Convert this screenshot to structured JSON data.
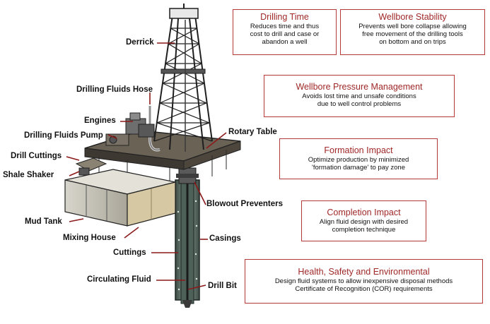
{
  "labels": {
    "derrick": "Derrick",
    "drilling_fluids_hose": "Drilling Fluids Hose",
    "engines": "Engines",
    "drilling_fluids_pump": "Drilling Fluids Pump",
    "drill_cuttings": "Drill Cuttings",
    "shale_shaker": "Shale Shaker",
    "rotary_table": "Rotary Table",
    "blowout_preventers": "Blowout Preventers",
    "mud_tank": "Mud Tank",
    "mixing_house": "Mixing House",
    "casings": "Casings",
    "cuttings": "Cuttings",
    "circulating_fluid": "Circulating Fluid",
    "drill_bit": "Drill Bit"
  },
  "boxes": {
    "drilling_time": {
      "title": "Drilling Time",
      "desc": [
        "Reduces time and thus",
        "cost to drill and case or",
        "abandon a well"
      ]
    },
    "wellbore_stability": {
      "title": "Wellbore Stability",
      "desc": [
        "Prevents well bore collapse allowing",
        "free movement of the drilling tools",
        "on bottom and on trips"
      ]
    },
    "wellbore_pressure": {
      "title": "Wellbore Pressure Management",
      "desc": [
        "Avoids lost time and unsafe conditions",
        "due to well control problems"
      ]
    },
    "formation_impact": {
      "title": "Formation Impact",
      "desc": [
        "Optimize production by minimized",
        "'formation damage' to pay zone"
      ]
    },
    "completion_impact": {
      "title": "Completion Impact",
      "desc": [
        "Align fluid design with desired",
        "completion technique"
      ]
    },
    "hse": {
      "title": "Health, Safety and Environmental",
      "desc": [
        "Design fluid systems to allow inexpensive disposal methods",
        "Certificate of Recognition (COR) requirements"
      ]
    }
  },
  "colors": {
    "box_border": "#b33a3a",
    "box_title": "#a02828",
    "pointer": "#8b1a1a",
    "steel": "#2b2b2b",
    "tank": "#c8c4b6"
  }
}
